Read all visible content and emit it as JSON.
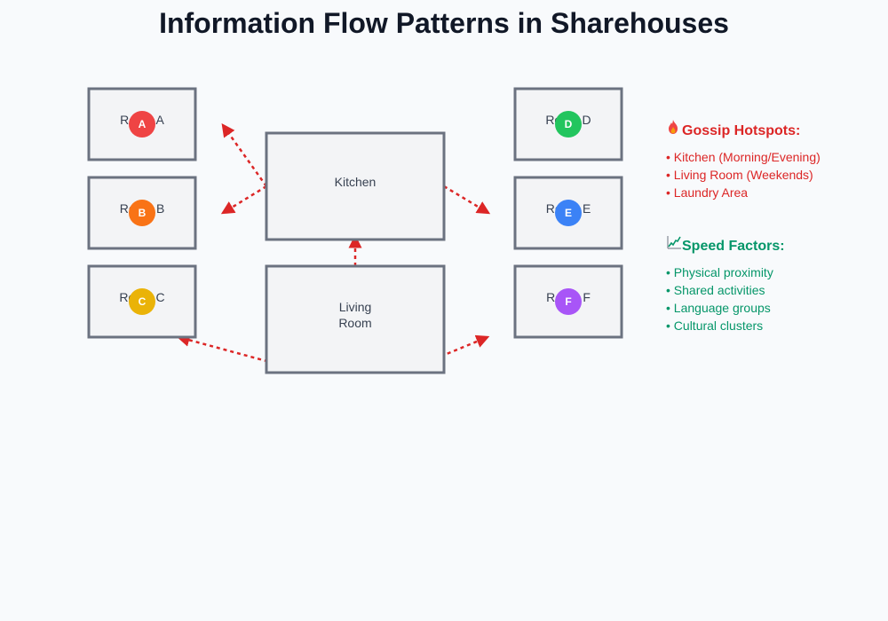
{
  "title": "Information Flow Patterns in Sharehouses",
  "rooms": [
    {
      "id": "A",
      "label": "Room A",
      "color": "#ef4444"
    },
    {
      "id": "B",
      "label": "Room B",
      "color": "#f97316"
    },
    {
      "id": "C",
      "label": "Room C",
      "color": "#eab308"
    },
    {
      "id": "D",
      "label": "Room D",
      "color": "#22c55e"
    },
    {
      "id": "E",
      "label": "Room E",
      "color": "#3b82f6"
    },
    {
      "id": "F",
      "label": "Room F",
      "color": "#a855f7"
    }
  ],
  "common_areas": {
    "kitchen": "Kitchen",
    "living_room": [
      "Living",
      "Room"
    ]
  },
  "gossip": {
    "icon": "fire-icon",
    "heading": "Gossip Hotspots:",
    "items": [
      "Kitchen (Morning/Evening)",
      "Living Room (Weekends)",
      "Laundry Area"
    ]
  },
  "speed": {
    "icon": "chart-increasing-icon",
    "heading": "Speed Factors:",
    "items": [
      "Physical proximity",
      "Shared activities",
      "Language groups",
      "Cultural clusters"
    ]
  },
  "colors": {
    "arrow": "#dc2626",
    "box_stroke": "#6b7280",
    "box_fill": "#f3f4f6",
    "gossip": "#dc2626",
    "speed": "#059669"
  }
}
